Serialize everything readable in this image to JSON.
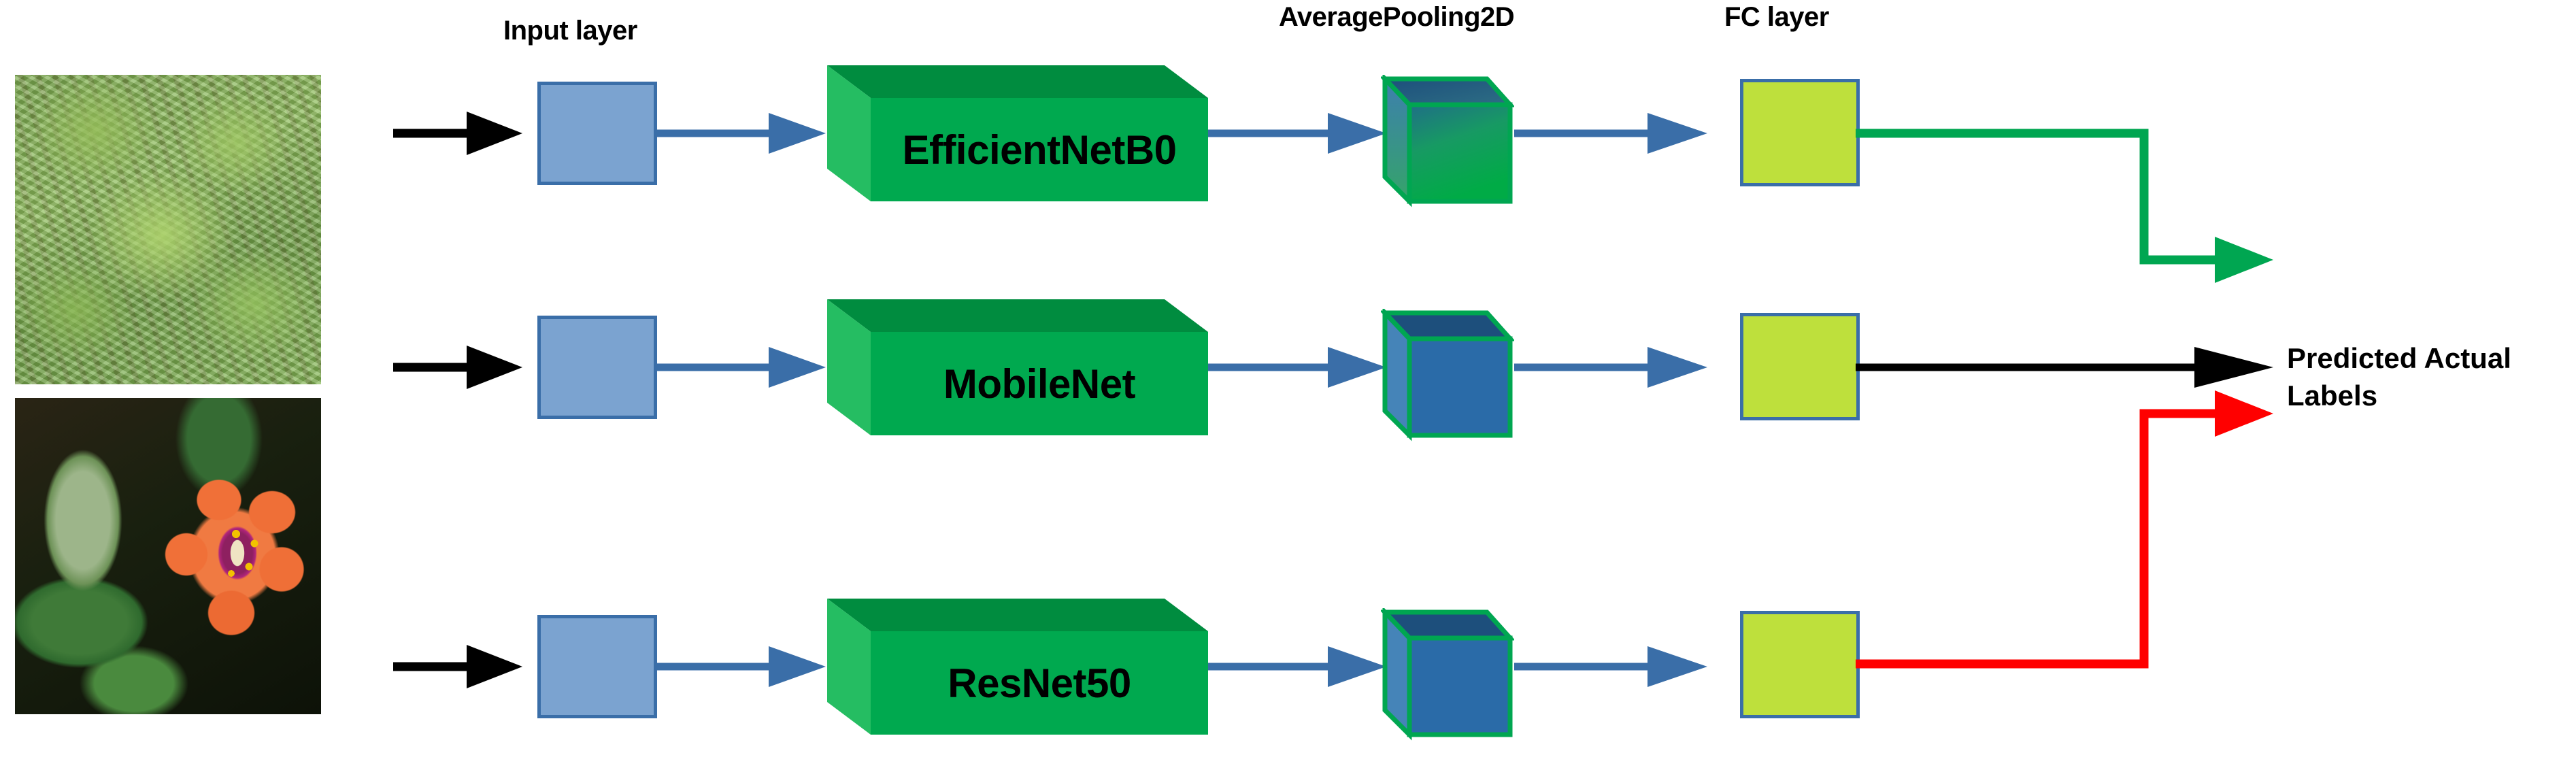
{
  "diagram": {
    "title_labels": {
      "input_layer": "Input layer",
      "average_pooling": "AveragePooling2D",
      "fc_layer": "FC  layer",
      "output": "Predicted  Actual Labels"
    },
    "rows": [
      {
        "model": "EfficientNetB0",
        "route_color": "#00a651",
        "pool_style": "green-blue-gradient"
      },
      {
        "model": "MobileNet",
        "route_color": "#000000",
        "pool_style": "blue"
      },
      {
        "model": "ResNet50",
        "route_color": "#ff0000",
        "pool_style": "blue"
      }
    ],
    "images": [
      {
        "name": "leaves-sample",
        "alt": "green needle-leaf plant photograph"
      },
      {
        "name": "flower-sample",
        "alt": "orange flower with green leaves photograph"
      }
    ],
    "colors": {
      "input_box_fill": "#7ba3d0",
      "input_box_border": "#3a6ea8",
      "model_box_fill": "#00a94f",
      "model_box_top": "#008c3f",
      "model_box_side": "#25bd62",
      "fc_box_fill": "#bee03c",
      "fc_box_border": "#3a6ea8",
      "pool_cube_outline": "#00a651",
      "pool_cube_blue": "#2a6ba8",
      "pool_cube_top_blue": "#1d4f7c",
      "connector_blue": "#3a6ea8",
      "input_arrow": "#000000",
      "route_green": "#00a651",
      "route_black": "#000000",
      "route_red": "#ff0000"
    }
  }
}
